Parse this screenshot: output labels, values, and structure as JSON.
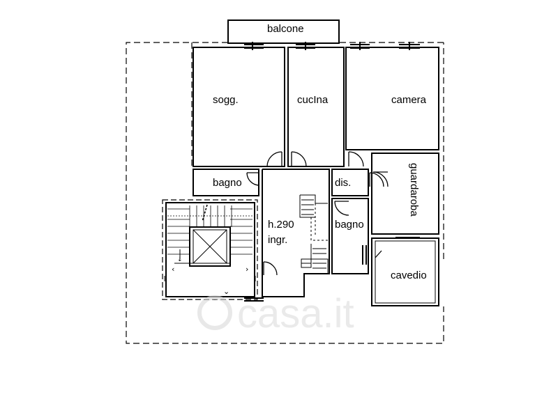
{
  "plan": {
    "rooms": [
      {
        "id": "balcone",
        "label": "balcone"
      },
      {
        "id": "soggiorno",
        "label": "sogg."
      },
      {
        "id": "cucina",
        "label": "cucIna"
      },
      {
        "id": "camera",
        "label": "camera"
      },
      {
        "id": "bagno1",
        "label": "bagno"
      },
      {
        "id": "disimpegno",
        "label": "dis."
      },
      {
        "id": "guardaroba",
        "label": "guardaroba"
      },
      {
        "id": "ingresso_h",
        "label": "h.290"
      },
      {
        "id": "ingresso",
        "label": "ingr."
      },
      {
        "id": "bagno2",
        "label": "bagno"
      },
      {
        "id": "cavedio",
        "label": "cavedio"
      }
    ]
  },
  "watermark": {
    "brand": "casa.it"
  },
  "colors": {
    "wall": "#000000",
    "watermark": "#d9d9d9",
    "background": "#ffffff"
  }
}
